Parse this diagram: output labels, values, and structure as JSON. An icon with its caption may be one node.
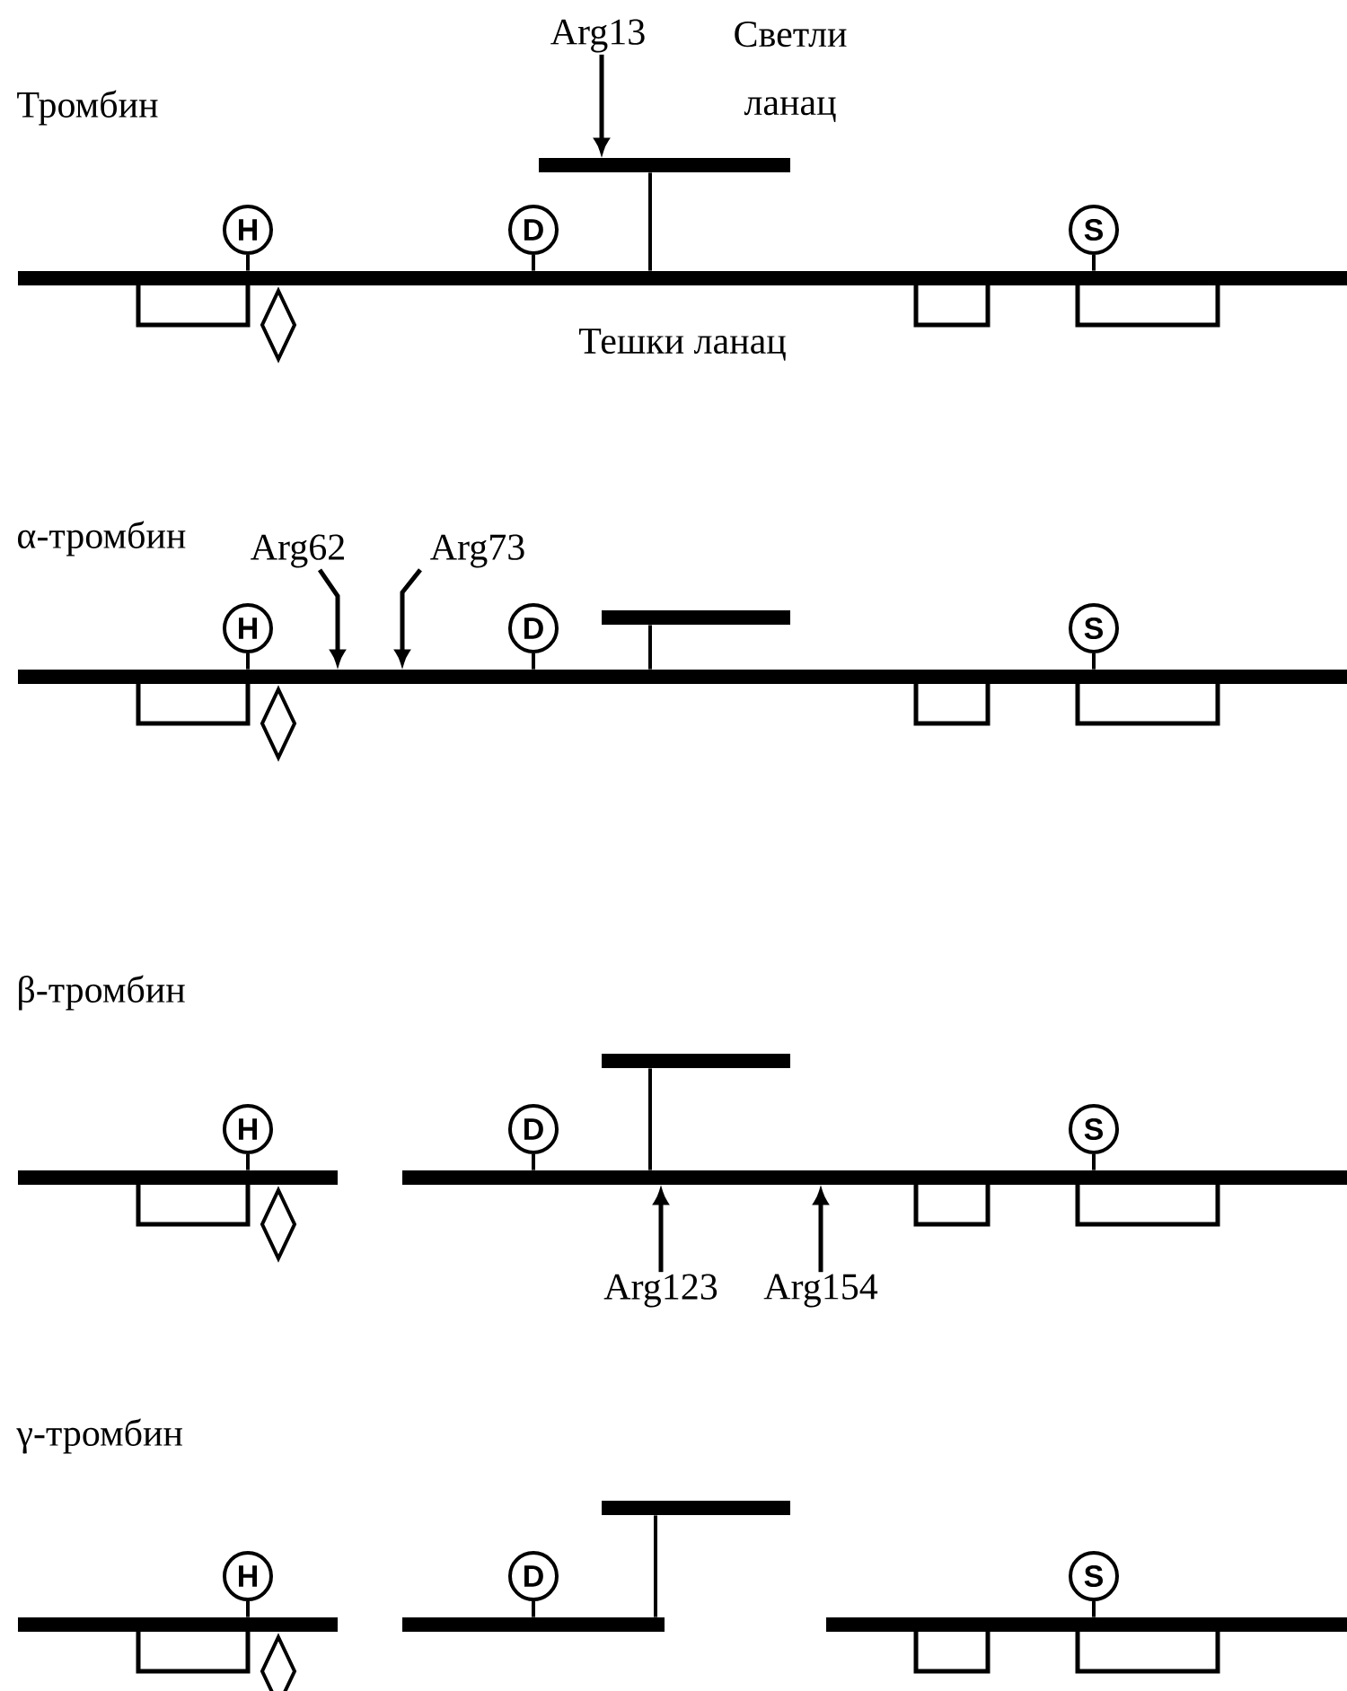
{
  "diagram": {
    "nodes": [
      {
        "text": [
          "Arg13"
        ]
      },
      {
        "text": [],
        "shape": "bar"
      },
      {
        "text": [
          "H"
        ]
      },
      {
        "text": [
          "D"
        ]
      },
      {
        "text": [
          "S"
        ]
      },
      {
        "text": [],
        "shape": "bar"
      },
      {
        "text": [
          "Arg62"
        ]
      },
      {
        "text": [
          "Arg73"
        ]
      },
      {
        "text": [],
        "shape": "bar"
      },
      {
        "text": [
          "H"
        ]
      },
      {
        "text": [
          "D"
        ]
      },
      {
        "text": [
          "S"
        ]
      },
      {
        "text": [],
        "shape": "bar"
      },
      {
        "text": [],
        "shape": "bar"
      },
      {
        "text": [
          "H"
        ]
      },
      {
        "text": [
          "D"
        ]
      },
      {
        "text": [
          "S"
        ]
      },
      {
        "text": [],
        "shape": "bar"
      },
      {
        "text": [],
        "shape": "bar"
      },
      {
        "text": [
          "Arg123"
        ]
      },
      {
        "text": [
          "Arg154"
        ]
      },
      {
        "text": [],
        "shape": "bar"
      },
      {
        "text": [
          "H"
        ]
      },
      {
        "text": [
          "D"
        ]
      },
      {
        "text": [
          "S"
        ]
      },
      {
        "text": [],
        "shape": "bar"
      },
      {
        "text": [],
        "shape": "bar"
      },
      {
        "text": [],
        "shape": "bar"
      }
    ],
    "edges": [
      {
        "from": 0,
        "to": 1,
        "arrow": "to"
      },
      {
        "from": 2,
        "to": 5,
        "arrow": "none"
      },
      {
        "from": 3,
        "to": 5,
        "arrow": "none"
      },
      {
        "from": 4,
        "to": 5,
        "arrow": "none"
      },
      {
        "from": 1,
        "to": 5,
        "arrow": "none"
      },
      {
        "from": 6,
        "to": 12,
        "arrow": "to"
      },
      {
        "from": 7,
        "to": 12,
        "arrow": "to"
      },
      {
        "from": 9,
        "to": 12,
        "arrow": "none"
      },
      {
        "from": 10,
        "to": 12,
        "arrow": "none"
      },
      {
        "from": 11,
        "to": 12,
        "arrow": "none"
      },
      {
        "from": 8,
        "to": 12,
        "arrow": "none"
      },
      {
        "from": 14,
        "to": 17,
        "arrow": "none"
      },
      {
        "from": 15,
        "to": 18,
        "arrow": "none"
      },
      {
        "from": 16,
        "to": 18,
        "arrow": "none"
      },
      {
        "from": 13,
        "to": 18,
        "arrow": "none"
      },
      {
        "from": 19,
        "to": 18,
        "arrow": "to"
      },
      {
        "from": 20,
        "to": 18,
        "arrow": "to"
      },
      {
        "from": 22,
        "to": 25,
        "arrow": "none"
      },
      {
        "from": 23,
        "to": 26,
        "arrow": "none"
      },
      {
        "from": 24,
        "to": 27,
        "arrow": "none"
      },
      {
        "from": 21,
        "to": 26,
        "arrow": "none"
      }
    ],
    "labels": [
      "Светли ланац",
      "Тромбин",
      "Тешки ланац",
      "α-тромбин",
      "β-тромбин",
      "γ-тромбин"
    ]
  }
}
